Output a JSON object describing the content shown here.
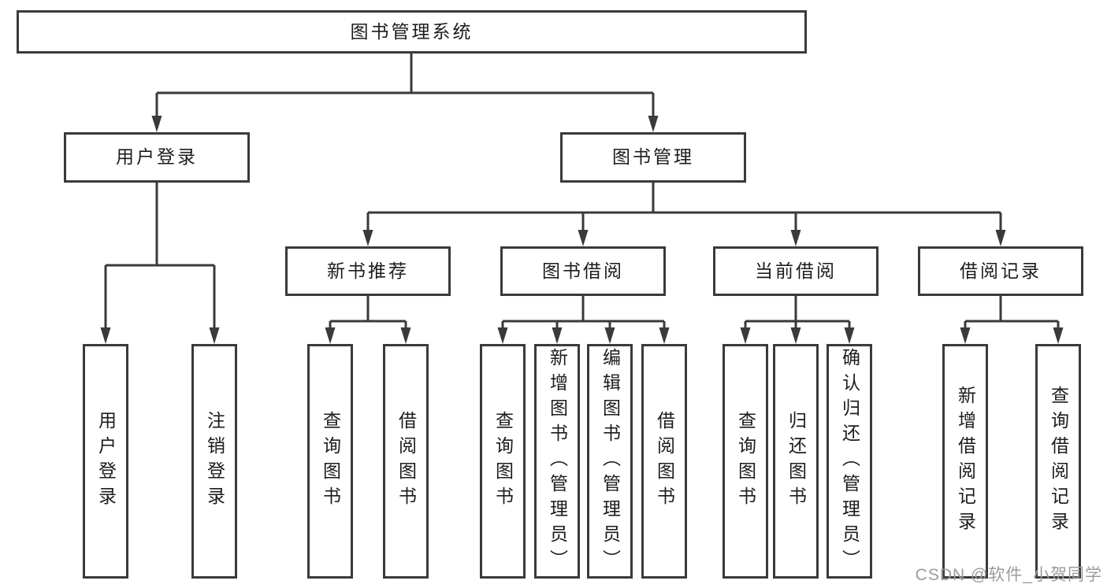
{
  "diagram_type": "hierarchy-tree",
  "colors": {
    "line": "#3a3a3a",
    "box_border": "#3a3a3a",
    "box_fill": "#ffffff",
    "text": "#1c1c1c",
    "watermark": "#9c9c9c",
    "background": "#ffffff"
  },
  "tree": {
    "label": "图书管理系统",
    "children": [
      {
        "label": "用户登录",
        "children": [
          {
            "label": "用户登录"
          },
          {
            "label": "注销登录"
          }
        ]
      },
      {
        "label": "图书管理",
        "children": [
          {
            "label": "新书推荐",
            "children": [
              {
                "label": "查询图书"
              },
              {
                "label": "借阅图书"
              }
            ]
          },
          {
            "label": "图书借阅",
            "children": [
              {
                "label": "查询图书"
              },
              {
                "label": "新增图书（管理员）"
              },
              {
                "label": "编辑图书（管理员）"
              },
              {
                "label": "借阅图书"
              }
            ]
          },
          {
            "label": "当前借阅",
            "children": [
              {
                "label": "查询图书"
              },
              {
                "label": "归还图书"
              },
              {
                "label": "确认归还（管理员）"
              }
            ]
          },
          {
            "label": "借阅记录",
            "children": [
              {
                "label": "新增借阅记录"
              },
              {
                "label": "查询借阅记录"
              }
            ]
          }
        ]
      }
    ]
  },
  "watermark": {
    "text": "CSDN @软件_小贺同学"
  }
}
